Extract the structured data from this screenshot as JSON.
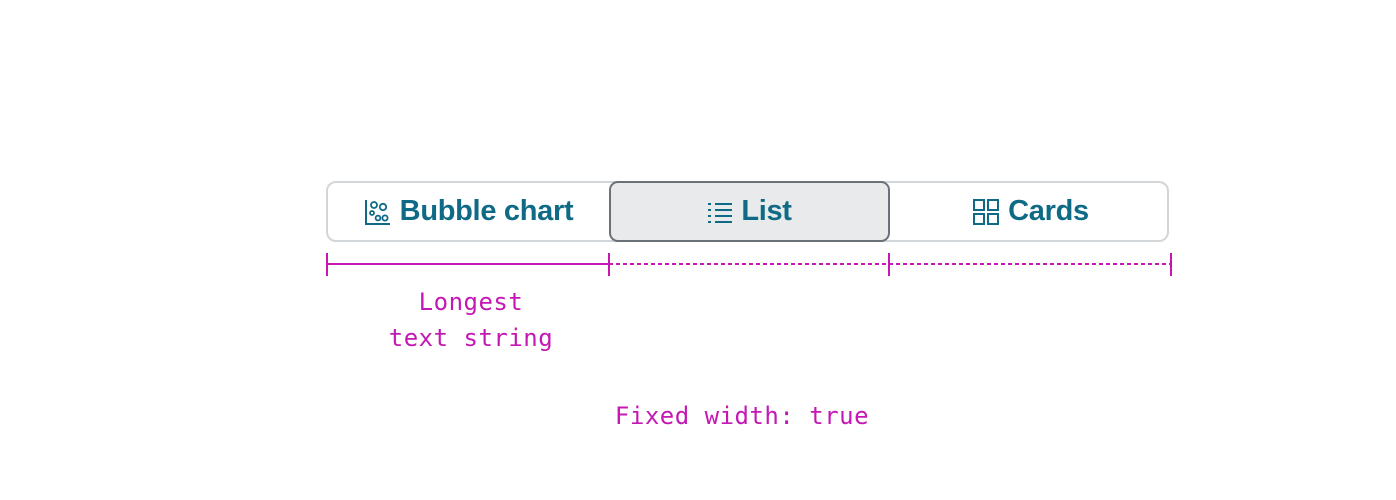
{
  "segmented_control": {
    "items": [
      {
        "label": "Bubble chart",
        "icon": "bubble-chart-icon",
        "selected": false
      },
      {
        "label": "List",
        "icon": "list-icon",
        "selected": true
      },
      {
        "label": "Cards",
        "icon": "cards-grid-icon",
        "selected": false
      }
    ]
  },
  "annotations": {
    "longest_line1": "Longest",
    "longest_line2": "text string",
    "fixed_width": "Fixed width: true"
  },
  "colors": {
    "accent_text": "#0f6a85",
    "annotation": "#c418b4",
    "selected_bg": "#e8eaeb",
    "selected_border": "#6a7178",
    "control_border": "#d3d6d8"
  }
}
